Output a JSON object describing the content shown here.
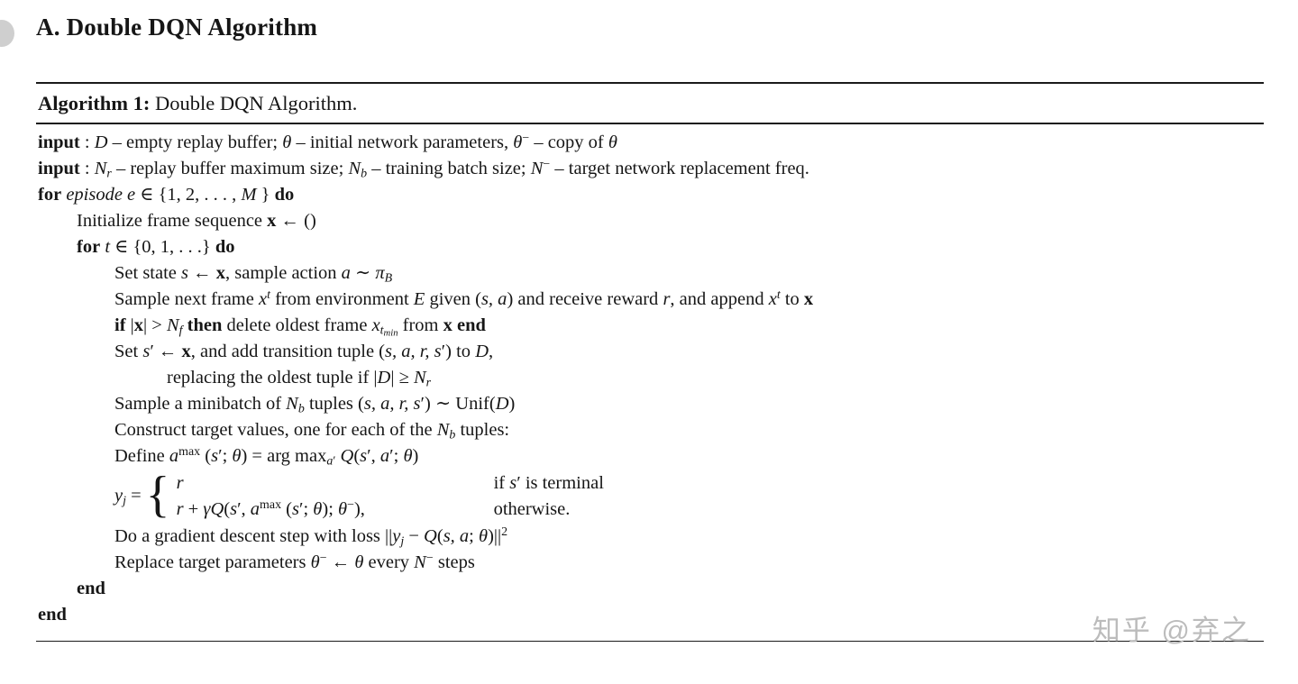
{
  "page": {
    "section_title": "A. Double DQN Algorithm"
  },
  "algorithm": {
    "caption": {
      "label": "Algorithm 1:",
      "title": " Double DQN Algorithm."
    },
    "lines_top": [
      {
        "segments": [
          {
            "t": "input",
            "c": "b"
          },
          {
            "t": " : "
          },
          {
            "t": "D",
            "c": "scr"
          },
          {
            "t": " – empty replay buffer; "
          },
          {
            "t": "θ",
            "c": "i"
          },
          {
            "t": " – initial network parameters, "
          },
          {
            "t": "θ",
            "c": "i"
          },
          {
            "t": "−",
            "c": "sup"
          },
          {
            "t": " – copy of "
          },
          {
            "t": "θ",
            "c": "i"
          }
        ]
      },
      {
        "segments": [
          {
            "t": "input",
            "c": "b"
          },
          {
            "t": " : "
          },
          {
            "t": "N",
            "c": "i"
          },
          {
            "t": "r",
            "c": "i sub"
          },
          {
            "t": " – replay buffer maximum size; "
          },
          {
            "t": "N",
            "c": "i"
          },
          {
            "t": "b",
            "c": "i sub"
          },
          {
            "t": " – training batch size; "
          },
          {
            "t": "N",
            "c": "i"
          },
          {
            "t": "−",
            "c": "sup"
          },
          {
            "t": " – target network replacement freq."
          }
        ]
      },
      {
        "segments": [
          {
            "t": "for",
            "c": "b"
          },
          {
            "t": " "
          },
          {
            "t": "episode e",
            "c": "i"
          },
          {
            "t": " ∈ {1, 2, . . . , "
          },
          {
            "t": "M",
            "c": "i"
          },
          {
            "t": " } "
          },
          {
            "t": "do",
            "c": "b"
          }
        ]
      },
      {
        "segments": [
          {
            "t": "Initialize frame sequence "
          },
          {
            "t": "x",
            "c": "b"
          },
          {
            "t": " ← ()"
          }
        ]
      },
      {
        "segments": [
          {
            "t": "for",
            "c": "b"
          },
          {
            "t": " "
          },
          {
            "t": "t",
            "c": "i"
          },
          {
            "t": " ∈ {0, 1, . . .} "
          },
          {
            "t": "do",
            "c": "b"
          }
        ]
      },
      {
        "segments": [
          {
            "t": "Set state "
          },
          {
            "t": "s",
            "c": "i"
          },
          {
            "t": " ← "
          },
          {
            "t": "x",
            "c": "b"
          },
          {
            "t": ", sample action "
          },
          {
            "t": "a",
            "c": "i"
          },
          {
            "t": " ∼ "
          },
          {
            "t": "π",
            "c": "i"
          },
          {
            "t": "B",
            "c": "scr sub"
          }
        ]
      },
      {
        "segments": [
          {
            "t": "Sample next frame "
          },
          {
            "t": "x",
            "c": "i"
          },
          {
            "t": "t",
            "c": "i sup"
          },
          {
            "t": " from environment "
          },
          {
            "t": "E",
            "c": "scr"
          },
          {
            "t": " given ("
          },
          {
            "t": "s, a",
            "c": "i"
          },
          {
            "t": ") and receive reward "
          },
          {
            "t": "r",
            "c": "i"
          },
          {
            "t": ", and append "
          },
          {
            "t": "x",
            "c": "i"
          },
          {
            "t": "t",
            "c": "i sup"
          },
          {
            "t": " to "
          },
          {
            "t": "x",
            "c": "b"
          }
        ]
      },
      {
        "segments": [
          {
            "t": "if",
            "c": "b"
          },
          {
            "t": " |"
          },
          {
            "t": "x",
            "c": "b"
          },
          {
            "t": "| > "
          },
          {
            "t": "N",
            "c": "i"
          },
          {
            "t": "f",
            "c": "i sub"
          },
          {
            "t": " "
          },
          {
            "t": "then",
            "c": "b"
          },
          {
            "t": " delete oldest frame "
          },
          {
            "t": "x",
            "c": "i"
          },
          {
            "t": "t",
            "c": "i sub"
          },
          {
            "t": "min",
            "c": "i subsub"
          },
          {
            "t": " from "
          },
          {
            "t": "x",
            "c": "b"
          },
          {
            "t": " "
          },
          {
            "t": "end",
            "c": "b"
          }
        ]
      },
      {
        "segments": [
          {
            "t": "Set "
          },
          {
            "t": "s",
            "c": "i"
          },
          {
            "t": "′ ← "
          },
          {
            "t": "x",
            "c": "b"
          },
          {
            "t": ", and add transition tuple ("
          },
          {
            "t": "s, a, r, s",
            "c": "i"
          },
          {
            "t": "′) to "
          },
          {
            "t": "D",
            "c": "scr"
          },
          {
            "t": ","
          }
        ]
      },
      {
        "segments": [
          {
            "t": "replacing the oldest tuple if |"
          },
          {
            "t": "D",
            "c": "scr"
          },
          {
            "t": "| ≥ "
          },
          {
            "t": "N",
            "c": "i"
          },
          {
            "t": "r",
            "c": "i sub"
          }
        ]
      },
      {
        "segments": [
          {
            "t": "Sample a minibatch of "
          },
          {
            "t": "N",
            "c": "i"
          },
          {
            "t": "b",
            "c": "i sub"
          },
          {
            "t": " tuples ("
          },
          {
            "t": "s, a, r, s",
            "c": "i"
          },
          {
            "t": "′) ∼ Unif("
          },
          {
            "t": "D",
            "c": "scr"
          },
          {
            "t": ")"
          }
        ]
      },
      {
        "segments": [
          {
            "t": "Construct target values, one for each of the "
          },
          {
            "t": "N",
            "c": "i"
          },
          {
            "t": "b",
            "c": "i sub"
          },
          {
            "t": " tuples:"
          }
        ]
      },
      {
        "segments": [
          {
            "t": "Define "
          },
          {
            "t": "a",
            "c": "i"
          },
          {
            "t": "max",
            "c": "sup"
          },
          {
            "t": " ("
          },
          {
            "t": "s",
            "c": "i"
          },
          {
            "t": "′; "
          },
          {
            "t": "θ",
            "c": "i"
          },
          {
            "t": ") = arg max"
          },
          {
            "t": "a",
            "c": "i sub"
          },
          {
            "t": "′",
            "c": "sub"
          },
          {
            "t": " "
          },
          {
            "t": "Q",
            "c": "i"
          },
          {
            "t": "("
          },
          {
            "t": "s",
            "c": "i"
          },
          {
            "t": "′, "
          },
          {
            "t": "a",
            "c": "i"
          },
          {
            "t": "′; "
          },
          {
            "t": "θ",
            "c": "i"
          },
          {
            "t": ")"
          }
        ]
      }
    ],
    "cases": {
      "lhs": [
        {
          "t": "y",
          "c": "i"
        },
        {
          "t": "j",
          "c": "i sub"
        },
        {
          "t": " ="
        }
      ],
      "brace": "{",
      "rows": [
        {
          "f": [
            {
              "t": "r",
              "c": "i"
            }
          ],
          "c": [
            {
              "t": "if "
            },
            {
              "t": "s",
              "c": "i"
            },
            {
              "t": "′ is terminal"
            }
          ]
        },
        {
          "f": [
            {
              "t": "r",
              "c": "i"
            },
            {
              "t": " + "
            },
            {
              "t": "γ",
              "c": "i"
            },
            {
              "t": "Q",
              "c": "i"
            },
            {
              "t": "("
            },
            {
              "t": "s",
              "c": "i"
            },
            {
              "t": "′, "
            },
            {
              "t": "a",
              "c": "i"
            },
            {
              "t": "max",
              "c": "sup"
            },
            {
              "t": " ("
            },
            {
              "t": "s",
              "c": "i"
            },
            {
              "t": "′; "
            },
            {
              "t": "θ",
              "c": "i"
            },
            {
              "t": "); "
            },
            {
              "t": "θ",
              "c": "i"
            },
            {
              "t": "−",
              "c": "sup"
            },
            {
              "t": "),"
            }
          ],
          "c": [
            {
              "t": "otherwise."
            }
          ]
        }
      ]
    },
    "lines_bottom": [
      {
        "segments": [
          {
            "t": "Do a gradient descent step with loss ||"
          },
          {
            "t": "y",
            "c": "i"
          },
          {
            "t": "j",
            "c": "i sub"
          },
          {
            "t": " − "
          },
          {
            "t": "Q",
            "c": "i"
          },
          {
            "t": "("
          },
          {
            "t": "s, a",
            "c": "i"
          },
          {
            "t": "; "
          },
          {
            "t": "θ",
            "c": "i"
          },
          {
            "t": ")||"
          },
          {
            "t": "2",
            "c": "sup"
          }
        ]
      },
      {
        "segments": [
          {
            "t": "Replace target parameters "
          },
          {
            "t": "θ",
            "c": "i"
          },
          {
            "t": "−",
            "c": "sup"
          },
          {
            "t": " ← "
          },
          {
            "t": "θ",
            "c": "i"
          },
          {
            "t": " every "
          },
          {
            "t": "N",
            "c": "i"
          },
          {
            "t": "−",
            "c": "sup"
          },
          {
            "t": " steps"
          }
        ]
      },
      {
        "segments": [
          {
            "t": "end",
            "c": "b"
          }
        ]
      },
      {
        "segments": [
          {
            "t": "end",
            "c": "b"
          }
        ]
      }
    ]
  },
  "watermark": {
    "text": "知乎 @弃之"
  }
}
